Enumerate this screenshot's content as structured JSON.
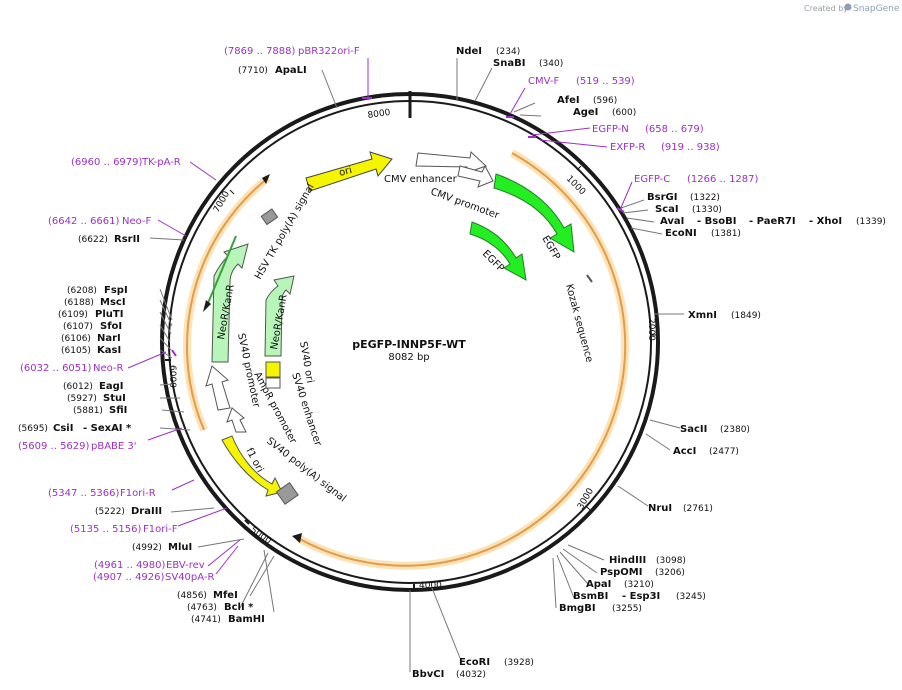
{
  "branding": {
    "created_by": "Created by",
    "product": "SnapGene"
  },
  "plasmid": {
    "name": "pEGFP-INNP5F-WT",
    "length_label": "8082 bp"
  },
  "ticks": [
    "1000",
    "2000",
    "3000",
    "4000",
    "5000",
    "6000",
    "7000",
    "8000"
  ],
  "features": [
    {
      "label": "ori"
    },
    {
      "label": "CMV enhancer"
    },
    {
      "label": "CMV promoter"
    },
    {
      "label": "EGFP"
    },
    {
      "label": "EGFP"
    },
    {
      "label": "Kozak sequence"
    },
    {
      "label": "HSV TK poly(A) signal"
    },
    {
      "label": "NeoR/KanR"
    },
    {
      "label": "NeoR/KanR"
    },
    {
      "label": "SV40 promoter"
    },
    {
      "label": "AmpR promoter"
    },
    {
      "label": "SV40 ori"
    },
    {
      "label": "SV40 enhancer"
    },
    {
      "label": "f1 ori"
    },
    {
      "label": "SV40 poly(A) signal"
    }
  ],
  "enzymes": [
    {
      "name": "NdeI",
      "pos": "(234)"
    },
    {
      "name": "SnaBI",
      "pos": "(340)"
    },
    {
      "name": "AfeI",
      "pos": "(596)"
    },
    {
      "name": "AgeI",
      "pos": "(600)"
    },
    {
      "name": "BsrGI",
      "pos": "(1322)"
    },
    {
      "name": "ScaI",
      "pos": "(1330)"
    },
    {
      "name": "AvaI",
      "pos": ""
    },
    {
      "name": "- BsoBI",
      "pos": ""
    },
    {
      "name": "- PaeR7I",
      "pos": ""
    },
    {
      "name": "- XhoI",
      "pos": "(1339)"
    },
    {
      "name": "EcoNI",
      "pos": "(1381)"
    },
    {
      "name": "XmnI",
      "pos": "(1849)"
    },
    {
      "name": "SacII",
      "pos": "(2380)"
    },
    {
      "name": "AccI",
      "pos": "(2477)"
    },
    {
      "name": "NruI",
      "pos": "(2761)"
    },
    {
      "name": "HindIII",
      "pos": "(3098)"
    },
    {
      "name": "PspOMI",
      "pos": "(3206)"
    },
    {
      "name": "ApaI",
      "pos": "(3210)"
    },
    {
      "name": "BsmBI",
      "pos": ""
    },
    {
      "name": "- Esp3I",
      "pos": "(3245)"
    },
    {
      "name": "BmgBI",
      "pos": "(3255)"
    },
    {
      "name": "EcoRI",
      "pos": "(3928)"
    },
    {
      "name": "BbvCI",
      "pos": "(4032)"
    },
    {
      "name": "MfeI",
      "pos": "(4856)"
    },
    {
      "name": "BclI *",
      "pos": "(4763)"
    },
    {
      "name": "BamHI",
      "pos": "(4741)"
    },
    {
      "name": "MluI",
      "pos": "(4992)"
    },
    {
      "name": "DraIII",
      "pos": "(5222)"
    },
    {
      "name": "CsiI",
      "pos": "(5695)"
    },
    {
      "name": "- SexAI *",
      "pos": ""
    },
    {
      "name": "SfiI",
      "pos": "(5881)"
    },
    {
      "name": "StuI",
      "pos": "(5927)"
    },
    {
      "name": "EagI",
      "pos": "(6012)"
    },
    {
      "name": "KasI",
      "pos": "(6105)"
    },
    {
      "name": "NarI",
      "pos": "(6106)"
    },
    {
      "name": "SfoI",
      "pos": "(6107)"
    },
    {
      "name": "PluTI",
      "pos": "(6109)"
    },
    {
      "name": "MscI",
      "pos": "(6188)"
    },
    {
      "name": "FspI",
      "pos": "(6208)"
    },
    {
      "name": "RsrII",
      "pos": "(6622)"
    },
    {
      "name": "ApaLI",
      "pos": "(7710)"
    }
  ],
  "primers": [
    {
      "name": "pBR322ori-F",
      "range": "(7869 .. 7888)"
    },
    {
      "name": "CMV-F",
      "range": "(519 .. 539)"
    },
    {
      "name": "EGFP-N",
      "range": "(658 .. 679)"
    },
    {
      "name": "EXFP-R",
      "range": "(919 .. 938)"
    },
    {
      "name": "EGFP-C",
      "range": "(1266 .. 1287)"
    },
    {
      "name": "TK-pA-R",
      "range": "(6960 .. 6979)"
    },
    {
      "name": "Neo-F",
      "range": "(6642 .. 6661)"
    },
    {
      "name": "Neo-R",
      "range": "(6032 .. 6051)"
    },
    {
      "name": "pBABE 3'",
      "range": "(5609 .. 5629)"
    },
    {
      "name": "F1ori-R",
      "range": "(5347 .. 5366)"
    },
    {
      "name": "F1ori-F",
      "range": "(5135 .. 5156)"
    },
    {
      "name": "EBV-rev",
      "range": "(4961 .. 4980)"
    },
    {
      "name": "SV40pA-R",
      "range": "(4907 .. 4926)"
    }
  ],
  "colors": {
    "backbone": "#1a1a1a",
    "orf_orange": "#e39b4c",
    "orf_glow": "#fbe3b6",
    "egfp_green": "#22ee22",
    "neo_green": "#b8f5b8",
    "ori_yellow": "#f5f500",
    "primer_purple": "#9b30c8",
    "terminator_gray": "#999999"
  }
}
